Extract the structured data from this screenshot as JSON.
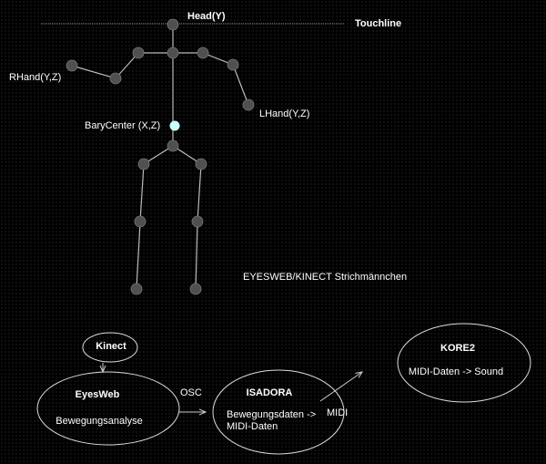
{
  "skeleton": {
    "head_label": "Head(Y)",
    "touchline_label": "Touchline",
    "rhand_label": "RHand(Y,Z)",
    "lhand_label": "LHand(Y,Z)",
    "barycenter_label": "BaryCenter (X,Z)",
    "caption": "EYESWEB/KINECT Strichmännchen"
  },
  "flow": {
    "kinect": "Kinect",
    "eyesweb_title": "EyesWeb",
    "eyesweb_desc": "Bewegungsanalyse",
    "osc": "OSC",
    "isadora_title": "ISADORA",
    "isadora_desc1": "Bewegungsdaten ->",
    "isadora_desc2": "MIDI-Daten",
    "midi": "MIDI",
    "kore_title": "KORE2",
    "kore_desc": "MIDI-Daten -> Sound"
  },
  "colors": {
    "joint": "#505050",
    "barycenter": "#c8ffff",
    "line": "#bbbbbb"
  }
}
